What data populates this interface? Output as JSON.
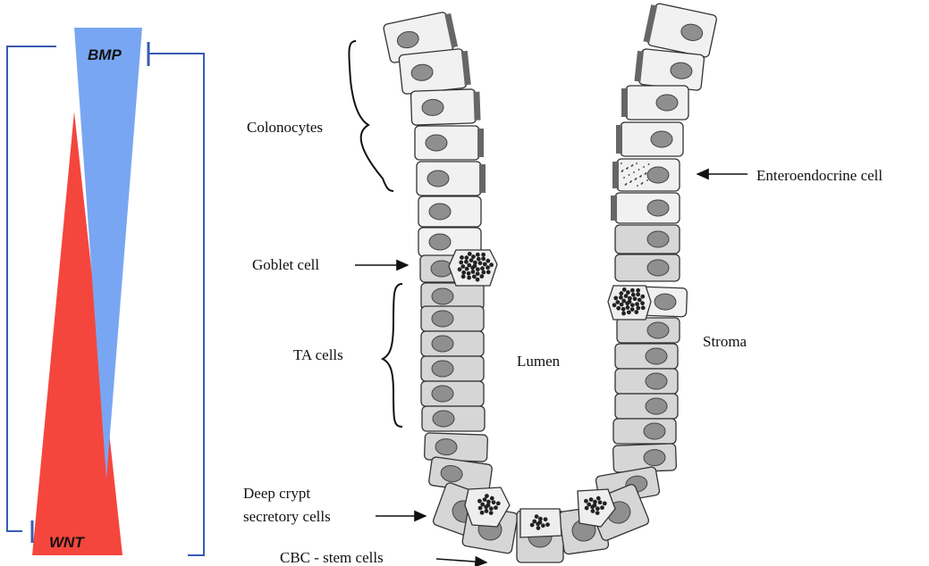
{
  "gradients": {
    "bmp": {
      "label": "BMP",
      "color": "#79a6f2"
    },
    "wnt": {
      "label": "WNT",
      "color": "#f5463d"
    },
    "bracket_color": "#3a5bb3"
  },
  "labels": {
    "colonocytes": "Colonocytes",
    "goblet": "Goblet cell",
    "ta": "TA cells",
    "deep_crypt_line1": "Deep crypt",
    "deep_crypt_line2": "secretory cells",
    "cbc": "CBC - stem cells",
    "lumen": "Lumen",
    "stroma": "Stroma",
    "enteroendocrine": "Enteroendocrine cell"
  },
  "colors": {
    "cell_fill": "#f1f1f1",
    "cell_fill_deep": "#d6d6d6",
    "cell_stroke": "#333333",
    "nucleus": "#8f8f8f",
    "membrane": "#666666"
  }
}
